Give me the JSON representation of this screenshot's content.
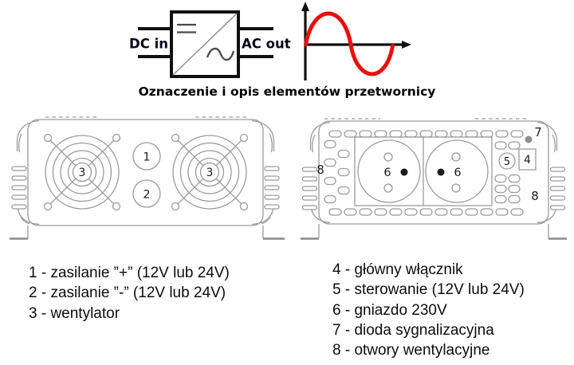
{
  "caption": "Oznaczenie i opis elementów przetwornicy",
  "block_diagram": {
    "input_label": "DC in",
    "output_label": "AC out"
  },
  "front_view": {
    "terminal_plus_label": "1",
    "terminal_minus_label": "2",
    "fan_left_label": "3",
    "fan_right_label": "3"
  },
  "back_view": {
    "socket_left_label": "6",
    "socket_right_label": "6",
    "control_label": "5",
    "switch_label": "4",
    "led_label": "7",
    "vents_left_label": "8",
    "vents_right_label": "8"
  },
  "legend": {
    "left": [
      "1 - zasilanie ”+” (12V lub 24V)",
      "2 - zasilanie ”-” (12V lub 24V)",
      "3 - wentylator"
    ],
    "right": [
      "4 - główny włącznik",
      "5 - sterowanie (12V lub 24V)",
      "6 - gniazdo 230V",
      "7 - dioda sygnalizacyjna",
      "8 - otwory wentylacyjne"
    ]
  },
  "colors": {
    "waveform_red": "#e8100c",
    "line_gray": "#9a9a9a",
    "ink_black": "#111111",
    "led_gray": "#8f8f8f"
  }
}
